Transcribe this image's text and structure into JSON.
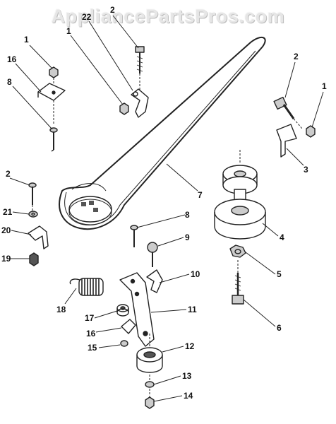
{
  "watermark": {
    "text": "AppliancePartsPros.com"
  },
  "callouts": {
    "c1a": "1",
    "c16a": "16",
    "c8a": "8",
    "c22": "22",
    "c2a": "2",
    "c1b": "1",
    "c2b": "2",
    "c1c": "1",
    "c3": "3",
    "c7": "7",
    "c2c": "2",
    "c21": "21",
    "c20": "20",
    "c19": "19",
    "c8b": "8",
    "c9": "9",
    "c4": "4",
    "c5": "5",
    "c10": "10",
    "c6": "6",
    "c18": "18",
    "c11": "11",
    "c17": "17",
    "c16b": "16",
    "c15": "15",
    "c12": "12",
    "c13": "13",
    "c14": "14"
  }
}
